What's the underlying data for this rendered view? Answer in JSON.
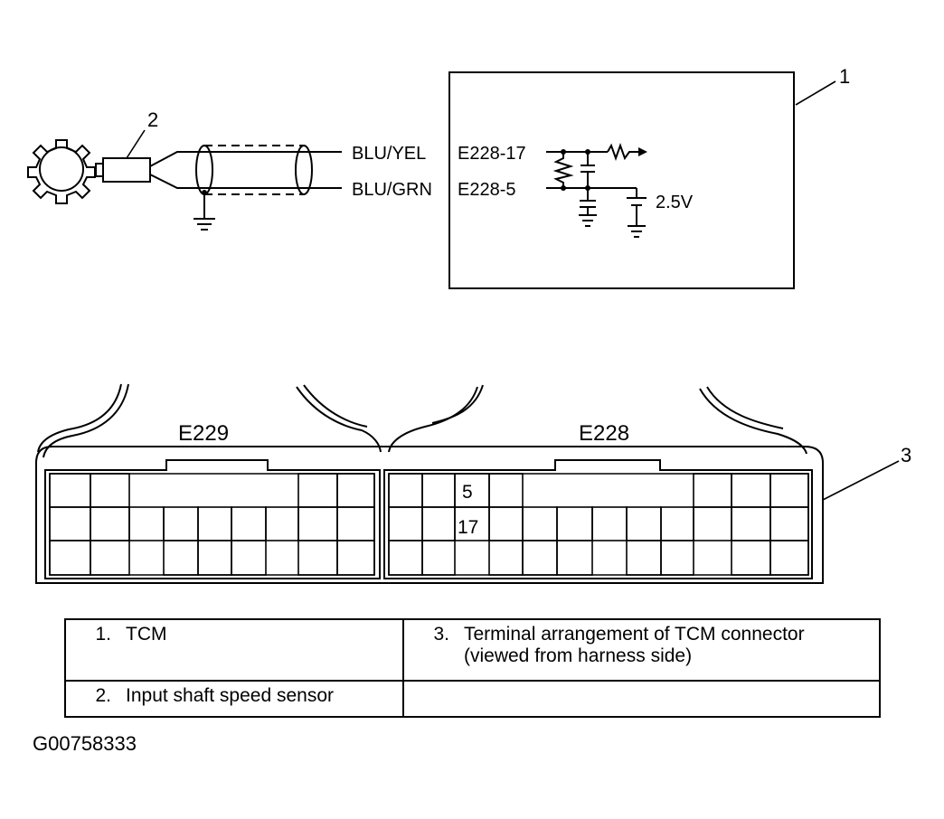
{
  "callouts": {
    "c1": "1",
    "c2": "2",
    "c3": "3"
  },
  "wires": {
    "top": {
      "color_label": "BLU/YEL",
      "terminal": "E228-17"
    },
    "bottom": {
      "color_label": "BLU/GRN",
      "terminal": "E228-5"
    }
  },
  "reference_voltage": "2.5V",
  "connectors": {
    "left": {
      "name": "E229"
    },
    "right": {
      "name": "E228",
      "pins": [
        "5",
        "17"
      ]
    }
  },
  "legend": {
    "items": [
      {
        "number": "1.",
        "text": "TCM"
      },
      {
        "number": "3.",
        "text_line1": "Terminal arrangement of TCM connector",
        "text_line2": "(viewed from harness side)"
      },
      {
        "number": "2.",
        "text": "Input shaft speed sensor"
      }
    ]
  },
  "figure_id": "G00758333"
}
